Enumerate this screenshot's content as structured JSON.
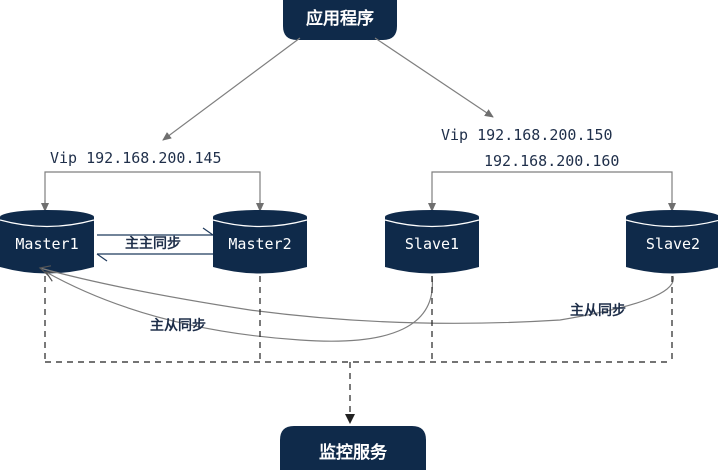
{
  "nodes": {
    "app": "应用程序",
    "monitor": "监控服务",
    "master1": "Master1",
    "master2": "Master2",
    "slave1": "Slave1",
    "slave2": "Slave2"
  },
  "labels": {
    "vip_master": "Vip 192.168.200.145",
    "vip_slave_line1": "Vip 192.168.200.150",
    "vip_slave_line2": "192.168.200.160",
    "master_master_sync": "主主同步",
    "slave1_sync": "主从同步",
    "slave2_sync": "主从同步"
  },
  "colors": {
    "node_fill": "#0f2a4a",
    "line": "#7f7f7f",
    "dashed": "#222222",
    "link": "#1f3a5c"
  }
}
